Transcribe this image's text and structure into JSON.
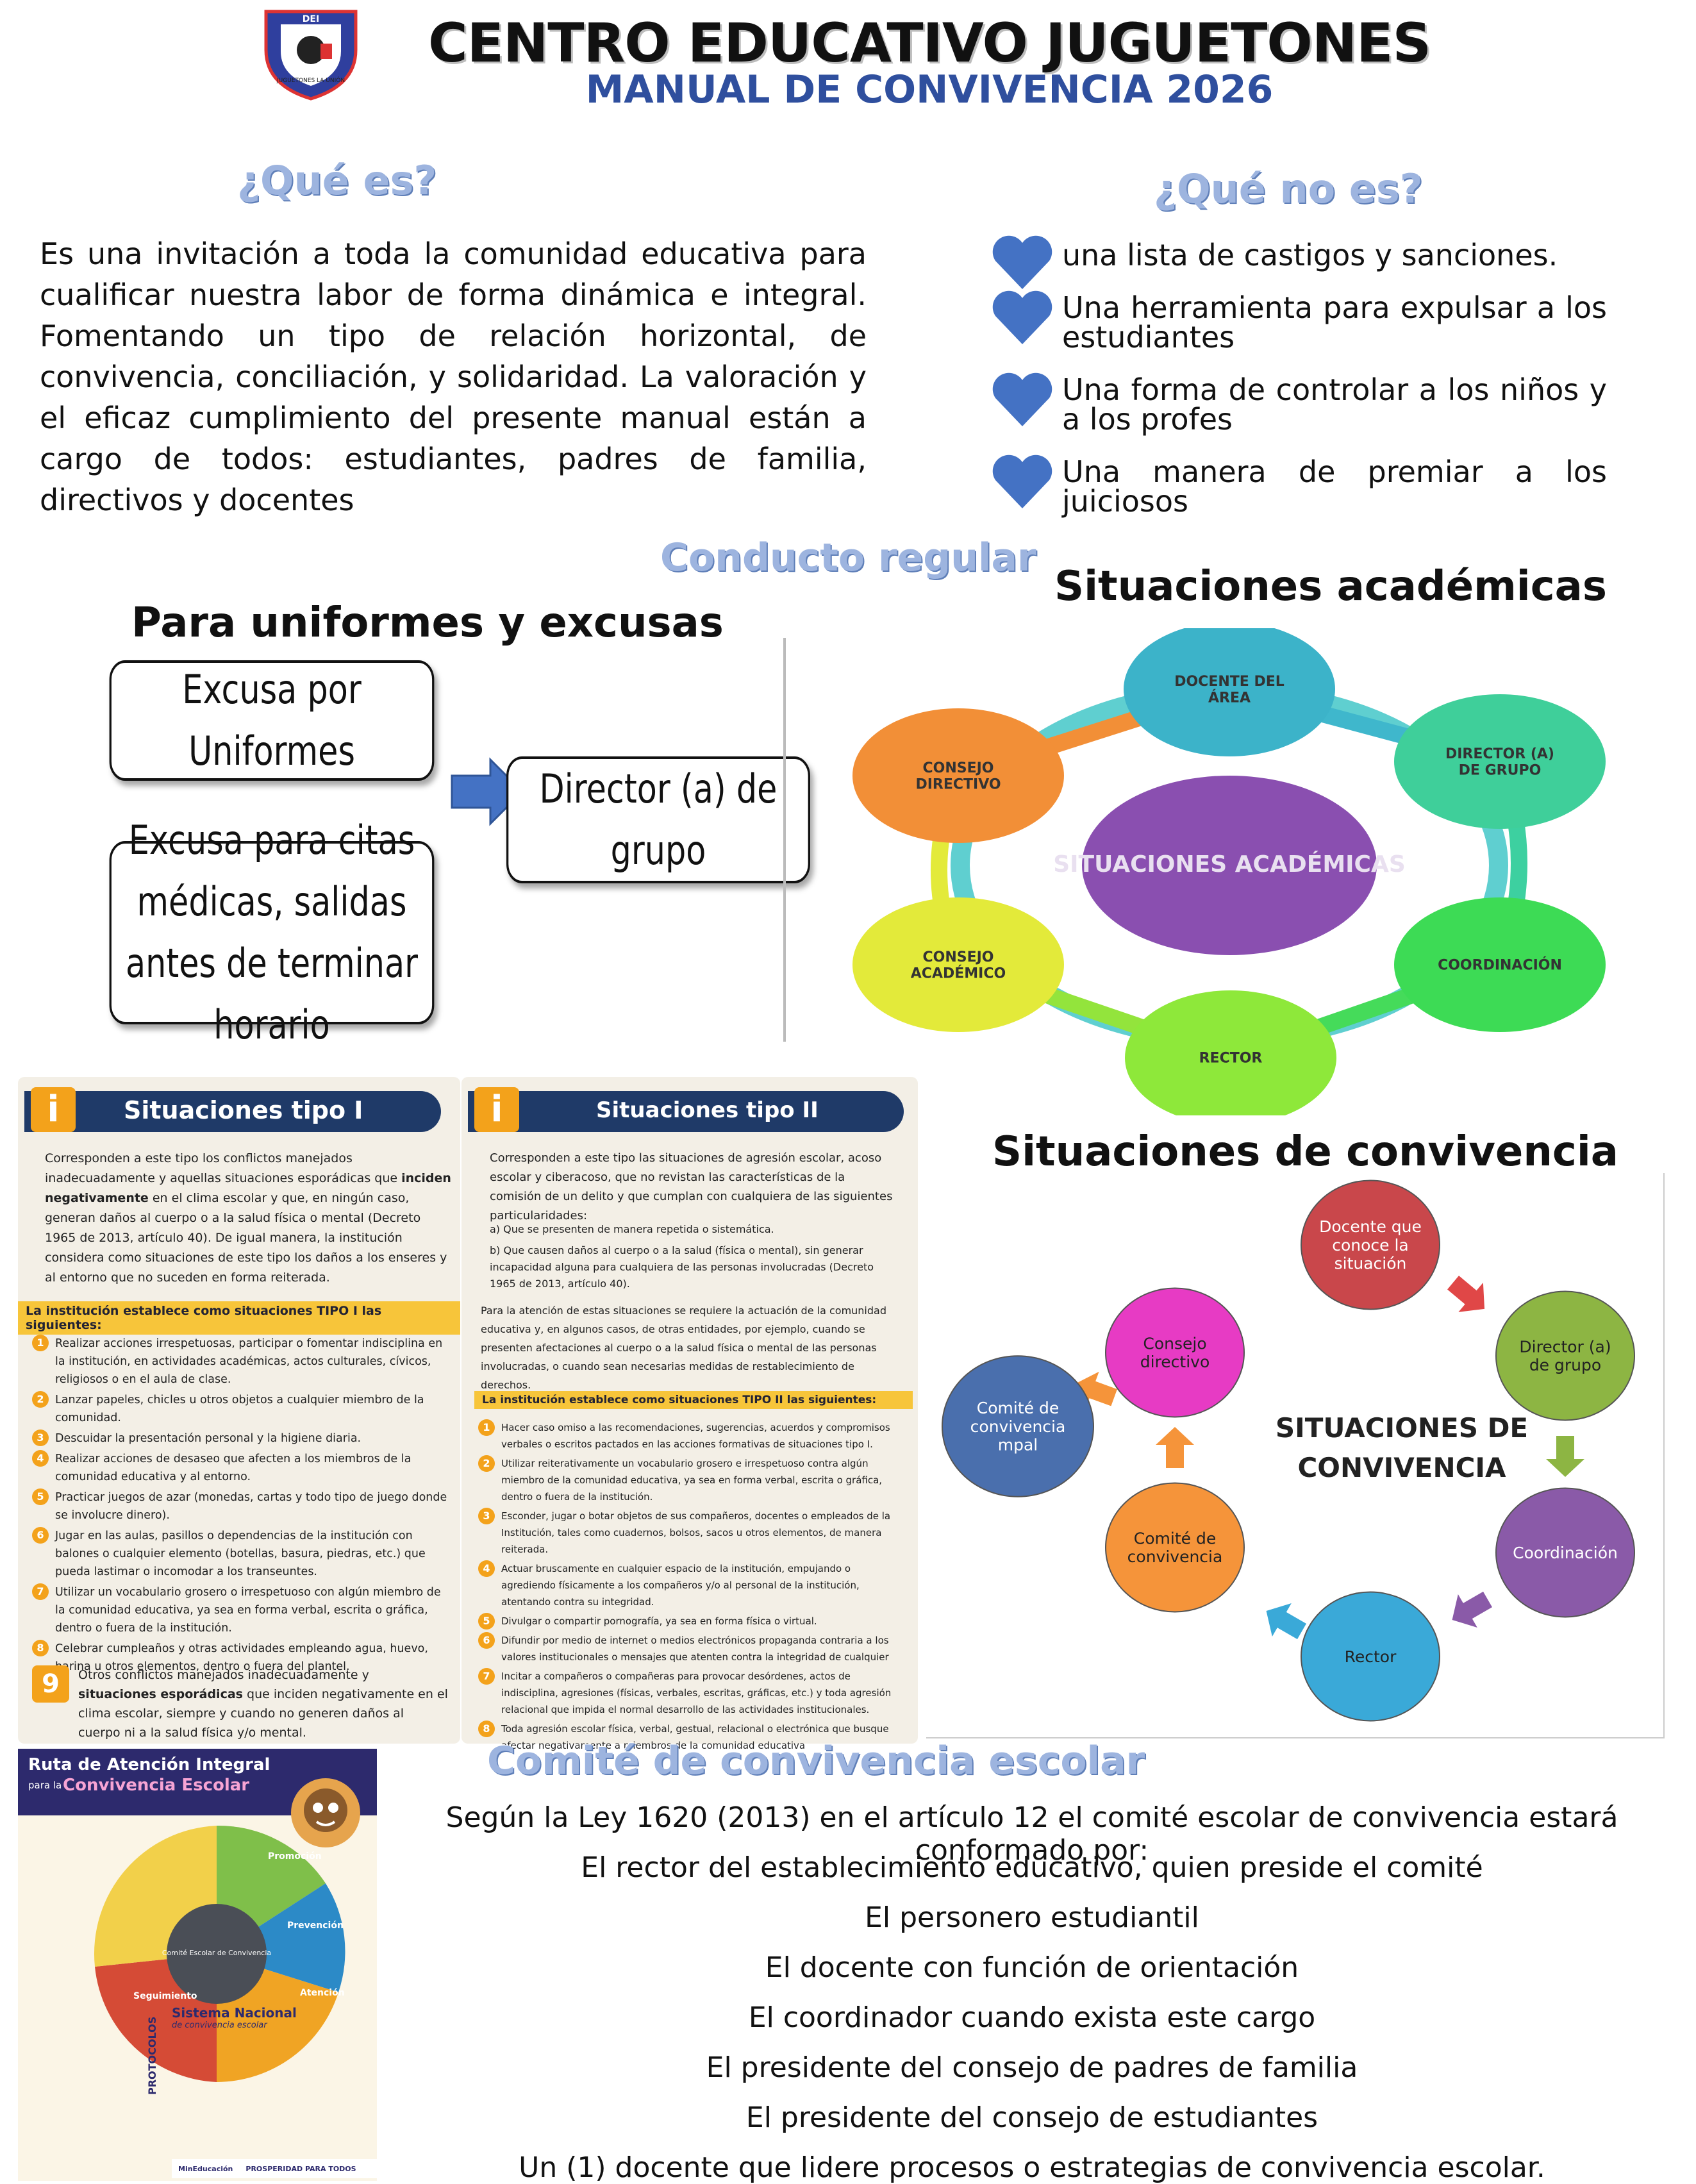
{
  "header": {
    "logo_text_top": "DEI",
    "logo_text_bottom": "JUGUETONES LA UNIÓN",
    "title": "CENTRO EDUCATIVO JUGUETONES",
    "subtitle": "MANUAL DE CONVIVENCIA 2026"
  },
  "que_es": {
    "heading": "¿Qué es?",
    "text": "Es una invitación a toda la comunidad educativa para cualificar nuestra labor de forma dinámica e integral. Fomentando un tipo de relación horizontal, de convivencia, conciliación,  y solidaridad. La valoración y el eficaz cumplimiento del presente manual están a cargo de todos: estudiantes, padres de familia, directivos y docentes"
  },
  "que_no_es": {
    "heading": "¿Qué no es?",
    "items": [
      "una lista de castigos y sanciones.",
      "Una herramienta para expulsar a los estudiantes",
      "Una forma de controlar a los niños y a los profes",
      "Una manera de premiar a los juiciosos"
    ]
  },
  "conducto": {
    "heading": "Conducto regular",
    "uniformes_heading": "Para uniformes y excusas",
    "box1": "Excusa por Uniformes",
    "box2": "Excusa para citas médicas, salidas antes de terminar horario",
    "box3": "Director (a) de grupo"
  },
  "academicas": {
    "heading": "Situaciones académicas",
    "center": "SITUACIONES ACADÉMICAS",
    "nodes": [
      "DOCENTE DEL ÁREA",
      "DIRECTOR (A) DE GRUPO",
      "COORDINACIÓN",
      "RECTOR",
      "CONSEJO ACADÉMICO",
      "CONSEJO DIRECTIVO"
    ],
    "colors": [
      "#3cb3c9",
      "#3fcf9a",
      "#3ddb55",
      "#8ee83a",
      "#e3ea3a",
      "#f28f37"
    ]
  },
  "tipo1": {
    "title": "Situaciones tipo I",
    "intro_a": "Corresponden a este tipo los conflictos manejados inadecuadamente y aquellas situaciones esporádicas que ",
    "intro_b": "inciden negativamente",
    "intro_c": " en el clima escolar y que, en ningún caso, generan daños al cuerpo o a la salud física o mental (Decreto 1965 de 2013, artículo 40). De igual manera, la institución considera como situaciones de este tipo los daños a los enseres y al entorno que no suceden en forma reiterada.",
    "band": "La institución establece como situaciones TIPO I las siguientes:",
    "items": [
      "Realizar acciones irrespetuosas, participar o fomentar indisciplina en la institución, en actividades académicas, actos culturales, cívicos, religiosos o en el aula de clase.",
      "Lanzar papeles, chicles u otros objetos a cualquier miembro de la comunidad.",
      "Descuidar la presentación personal y la higiene diaria.",
      "Realizar acciones de desaseo que afecten a los miembros de la comunidad educativa y al entorno.",
      "Practicar juegos de azar (monedas, cartas y todo tipo de juego donde se involucre dinero).",
      "Jugar en las aulas, pasillos o dependencias de la institución con balones o cualquier elemento (botellas, basura, piedras, etc.) que pueda lastimar o incomodar a los transeuntes.",
      "Utilizar un vocabulario grosero o irrespetuoso con algún miembro de la comunidad educativa, ya sea en forma verbal, escrita o gráfica, dentro o fuera de la institución.",
      "Celebrar cumpleaños y otras actividades empleando agua, huevo, harina u otros elementos, dentro o fuera del plantel."
    ],
    "item9_a": "Otros conflictos manejados inadecuadamente y ",
    "item9_b": "situaciones esporádicas",
    "item9_c": " que inciden negativamente en el clima escolar, siempre y cuando no generen daños al cuerpo ni a la salud física y/o mental."
  },
  "tipo2": {
    "title": "Situaciones tipo II",
    "intro": "Corresponden a este tipo las situaciones de agresión escolar, acoso escolar y ciberacoso, que no revistan las características de la comisión de un delito y que cumplan con cualquiera de las siguientes particularidades:",
    "cond_a": "a) Que se presenten de manera repetida o sistemática.",
    "cond_b": "b) Que causen daños al cuerpo o a la salud (física o mental), sin generar incapacidad alguna para cualquiera de las personas involucradas (Decreto 1965 de 2013, artículo 40).",
    "para": "Para la atención de estas situaciones se requiere la actuación de la comunidad educativa y, en algunos casos, de otras entidades, por ejemplo, cuando se presenten afectaciones al cuerpo o a la salud física o mental de las personas involucradas, o cuando sean necesarias medidas de restablecimiento de derechos.",
    "band": "La institución establece como situaciones TIPO II las siguientes:",
    "items": [
      "Hacer caso omiso a las recomendaciones, sugerencias, acuerdos y compromisos verbales o escritos pactados en las acciones formativas de situaciones tipo I.",
      "Utilizar reiterativamente un vocabulario grosero e irrespetuoso contra algún miembro de la comunidad educativa, ya sea en forma verbal, escrita o gráfica, dentro o fuera de la institución.",
      "Esconder, jugar o botar objetos de sus compañeros, docentes o empleados de la Institución, tales como cuadernos, bolsos, sacos u otros elementos, de manera reiterada.",
      "Actuar bruscamente en cualquier espacio de la institución, empujando o agrediendo físicamente a los compañeros y/o al personal de la institución, atentando contra su integridad.",
      "Divulgar o compartir pornografía, ya sea en forma física o virtual.",
      "Difundir por medio de internet o medios electrónicos propaganda contraria a los valores institucionales o mensajes que atenten contra la integridad de cualquier",
      "Incitar a compañeros o compañeras para provocar desórdenes, actos de indisciplina, agresiones (físicas, verbales, escritas, gráficas, etc.) y toda agresión relacional que impida el normal desarrollo de las actividades institucionales.",
      "Toda agresión escolar física, verbal, gestual, relacional o electrónica que busque afectar negativamente a miembros de la comunidad educativa"
    ]
  },
  "convivencia": {
    "heading": "Situaciones de convivencia",
    "center": "SITUACIONES DE CONVIVENCIA",
    "nodes": [
      "Docente que conoce la situación",
      "Director (a) de grupo",
      "Coordinación",
      "Rector",
      "Comité de convivencia",
      "Consejo directivo",
      "Comité de convivencia mpal"
    ],
    "colors": [
      "#c9474b",
      "#8db543",
      "#8a5aa8",
      "#3aa9d8",
      "#f5943a",
      "#e73bc4",
      "#4a6fad"
    ]
  },
  "ruta": {
    "title_a": "Ruta de Atención Integral",
    "title_b": "para la",
    "title_c": "Convivencia Escolar",
    "segments": [
      "Promoción",
      "Prevención",
      "Atención",
      "Seguimiento"
    ],
    "center": "Comité Escolar de Convivencia",
    "sistema_a": "Sistema Nacional",
    "sistema_b": "de convivencia escolar",
    "protocolos": "PROTOCOLOS",
    "footer_a": "MinEducación",
    "footer_b": "PROSPERIDAD PARA TODOS"
  },
  "comite": {
    "heading": "Comité de convivencia escolar",
    "lines": [
      "Según la Ley 1620 (2013) en el artículo 12 el comité escolar de convivencia estará conformado por:",
      "El rector del establecimiento educativo, quien preside el comité",
      "El personero estudiantil",
      "El docente con función de orientación",
      "El coordinador cuando exista este cargo",
      "El presidente del consejo de padres de familia",
      "El presidente del consejo de estudiantes",
      "Un (1) docente que lidere procesos o estrategias de convivencia escolar."
    ]
  }
}
